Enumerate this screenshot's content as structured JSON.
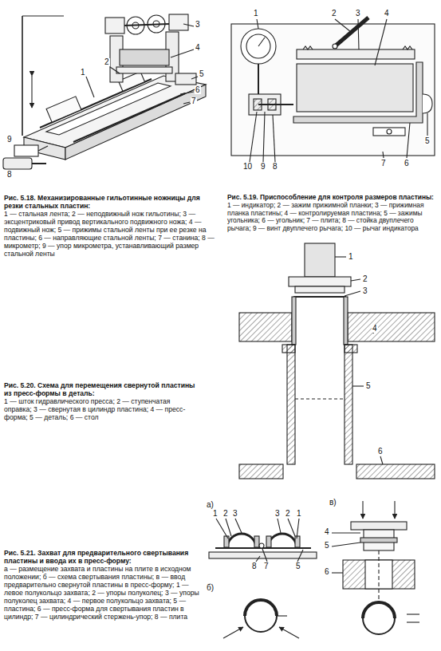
{
  "diagram": {
    "labels": [
      "1",
      "2",
      "3",
      "4",
      "5",
      "6",
      "7",
      "8",
      "9",
      "Рис. 5.18. Механизированные гильотинные ножницы для резки стальных пластин:",
      "1 — стальная лента; 2 — неподвижный нож гильотины; 3 — эксцентриковый привод вертикального подвижного ножа; 4 — подвижный нож; 5 — прижимы стальной ленты при ее резке на пластины; 6 — направляющие стальной ленты; 7 — станина; 8 — микрометр; 9 — упор микрометра, устанавливающий размер стальной ленты",
      "1",
      "2",
      "3",
      "4",
      "5",
      "6",
      "7",
      "10",
      "9",
      "8",
      "Рис. 5.19. Приспособление для контроля размеров пластины:",
      "1 — индикатор; 2 — зажим прижимной планки; 3 — прижимная планка пластины; 4 — контролируемая пластина; 5 — зажимы угольника; 6 — угольник; 7 — плита; 8 — стойка двуплечего рычага; 9 — винт двуплечего рычага; 10 — рычаг индикатора",
      "1",
      "2",
      "3",
      "4",
      "5",
      "6",
      "Рис. 5.20. Схема для перемещения свернутой пластины из пресс-формы в деталь:",
      "1 — шток гидравлического пресса; 2 — ступенчатая оправка; 3 — свернутая в цилиндр пластина; 4 — пресс-форма; 5 — деталь; 6 — стол",
      "а)",
      "1",
      "2",
      "3",
      "3",
      "2",
      "1",
      "8",
      "7",
      "5",
      "б)",
      "в)",
      "4",
      "5",
      "6",
      "Рис. 5.21. Захват для предварительного свертывания пластины и ввода их в пресс-форму:",
      "а — размещение захвата и пластины на плите в исходном положении; б — схема свертывания пластины; в — ввод предварительно свернутой пластины в пресс-форму; 1 — левое полукольцо захвата; 2 — упоры полуколец; 3 — упоры полуколец захвата; 4 — первое полукольцо захвата; 5 — пластина; 6 — пресс-форма для свертывания пластин в цилиндр; 7 — цилиндрический стержень-упор; 8 — плита"
    ]
  }
}
